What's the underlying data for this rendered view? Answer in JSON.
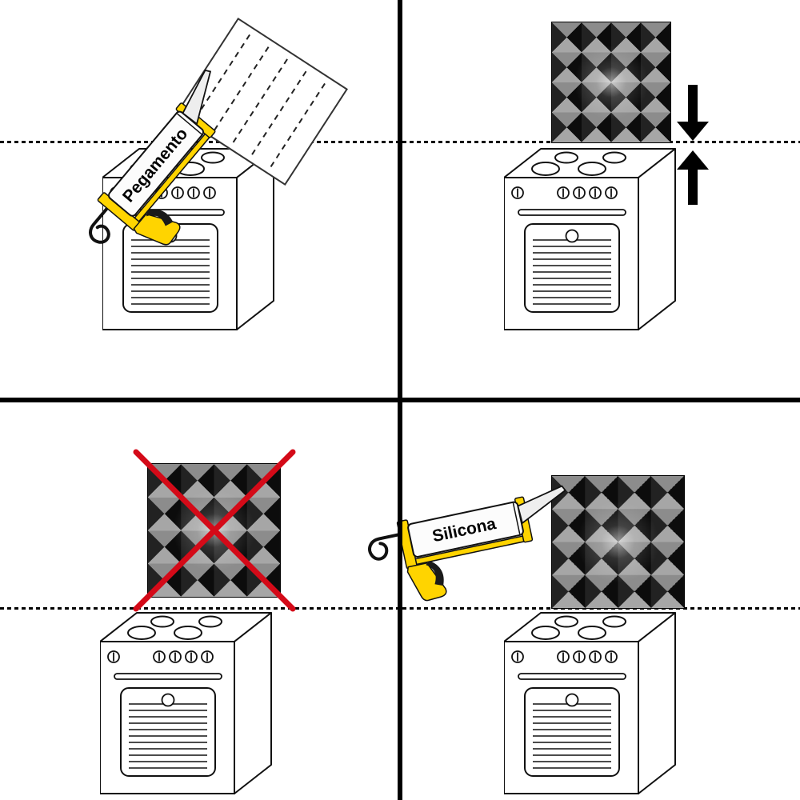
{
  "panels": {
    "top_left": {
      "gun_label": "Pegamento",
      "icons": [
        "caulking-gun-icon",
        "glued-panel-back-icon",
        "stove-icon",
        "dashed-wall-line"
      ]
    },
    "top_right": {
      "icons": [
        "metal-backsplash-panel",
        "press-together-arrows-icon",
        "stove-icon",
        "dashed-wall-line"
      ]
    },
    "bottom_left": {
      "icons": [
        "metal-backsplash-panel",
        "red-cross-out-icon",
        "stove-icon",
        "dashed-wall-line"
      ]
    },
    "bottom_right": {
      "gun_label": "Silicona",
      "icons": [
        "caulking-gun-icon",
        "metal-backsplash-panel",
        "stove-icon",
        "dashed-wall-line"
      ]
    }
  },
  "colors": {
    "gun_frame_yellow": "#ffd400",
    "cross_out_red": "#d40a18",
    "line_black": "#000000",
    "metal_dark": "#0c0c0c",
    "metal_light": "#a6a6a6"
  }
}
